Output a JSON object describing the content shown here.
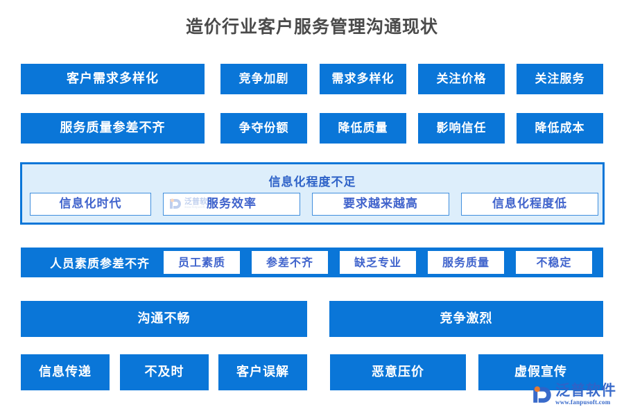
{
  "page": {
    "title": "造价行业客户服务管理沟通现状",
    "accent_color": "#0a76d8",
    "panel_bg_color": "#ddeefb",
    "panel_text_color": "#2f63c8",
    "title_color": "#4a4a4a",
    "background_color": "#ffffff"
  },
  "rows": {
    "row1": {
      "items": [
        {
          "label": "客户需求多样化"
        },
        {
          "label": "竞争加剧"
        },
        {
          "label": "需求多样化"
        },
        {
          "label": "关注价格"
        },
        {
          "label": "关注服务"
        }
      ]
    },
    "row2": {
      "items": [
        {
          "label": "服务质量参差不齐"
        },
        {
          "label": "争夺份额"
        },
        {
          "label": "降低质量"
        },
        {
          "label": "影响信任"
        },
        {
          "label": "降低成本"
        }
      ]
    },
    "panel": {
      "title": "信息化程度不足",
      "items": [
        {
          "label": "信息化时代"
        },
        {
          "label": "服务效率"
        },
        {
          "label": "要求越来越高"
        },
        {
          "label": "信息化程度低"
        }
      ]
    },
    "band": {
      "label": "人员素质参差不齐",
      "items": [
        {
          "label": "员工素质"
        },
        {
          "label": "参差不齐"
        },
        {
          "label": "缺乏专业"
        },
        {
          "label": "服务质量"
        },
        {
          "label": "不稳定"
        }
      ]
    },
    "row5": {
      "items": [
        {
          "label": "沟通不畅"
        },
        {
          "label": "竞争激烈"
        }
      ]
    },
    "row6": {
      "items": [
        {
          "label": "信息传递"
        },
        {
          "label": "不及时"
        },
        {
          "label": "客户误解"
        },
        {
          "label": "恶意压价"
        },
        {
          "label": "虚假宣传"
        }
      ]
    }
  },
  "branding": {
    "logo_name": "泛普软件",
    "logo_url": "www.fanpusoft.com",
    "watermark_name": "泛普软件",
    "watermark_url": "www.fanpusoft.com"
  }
}
